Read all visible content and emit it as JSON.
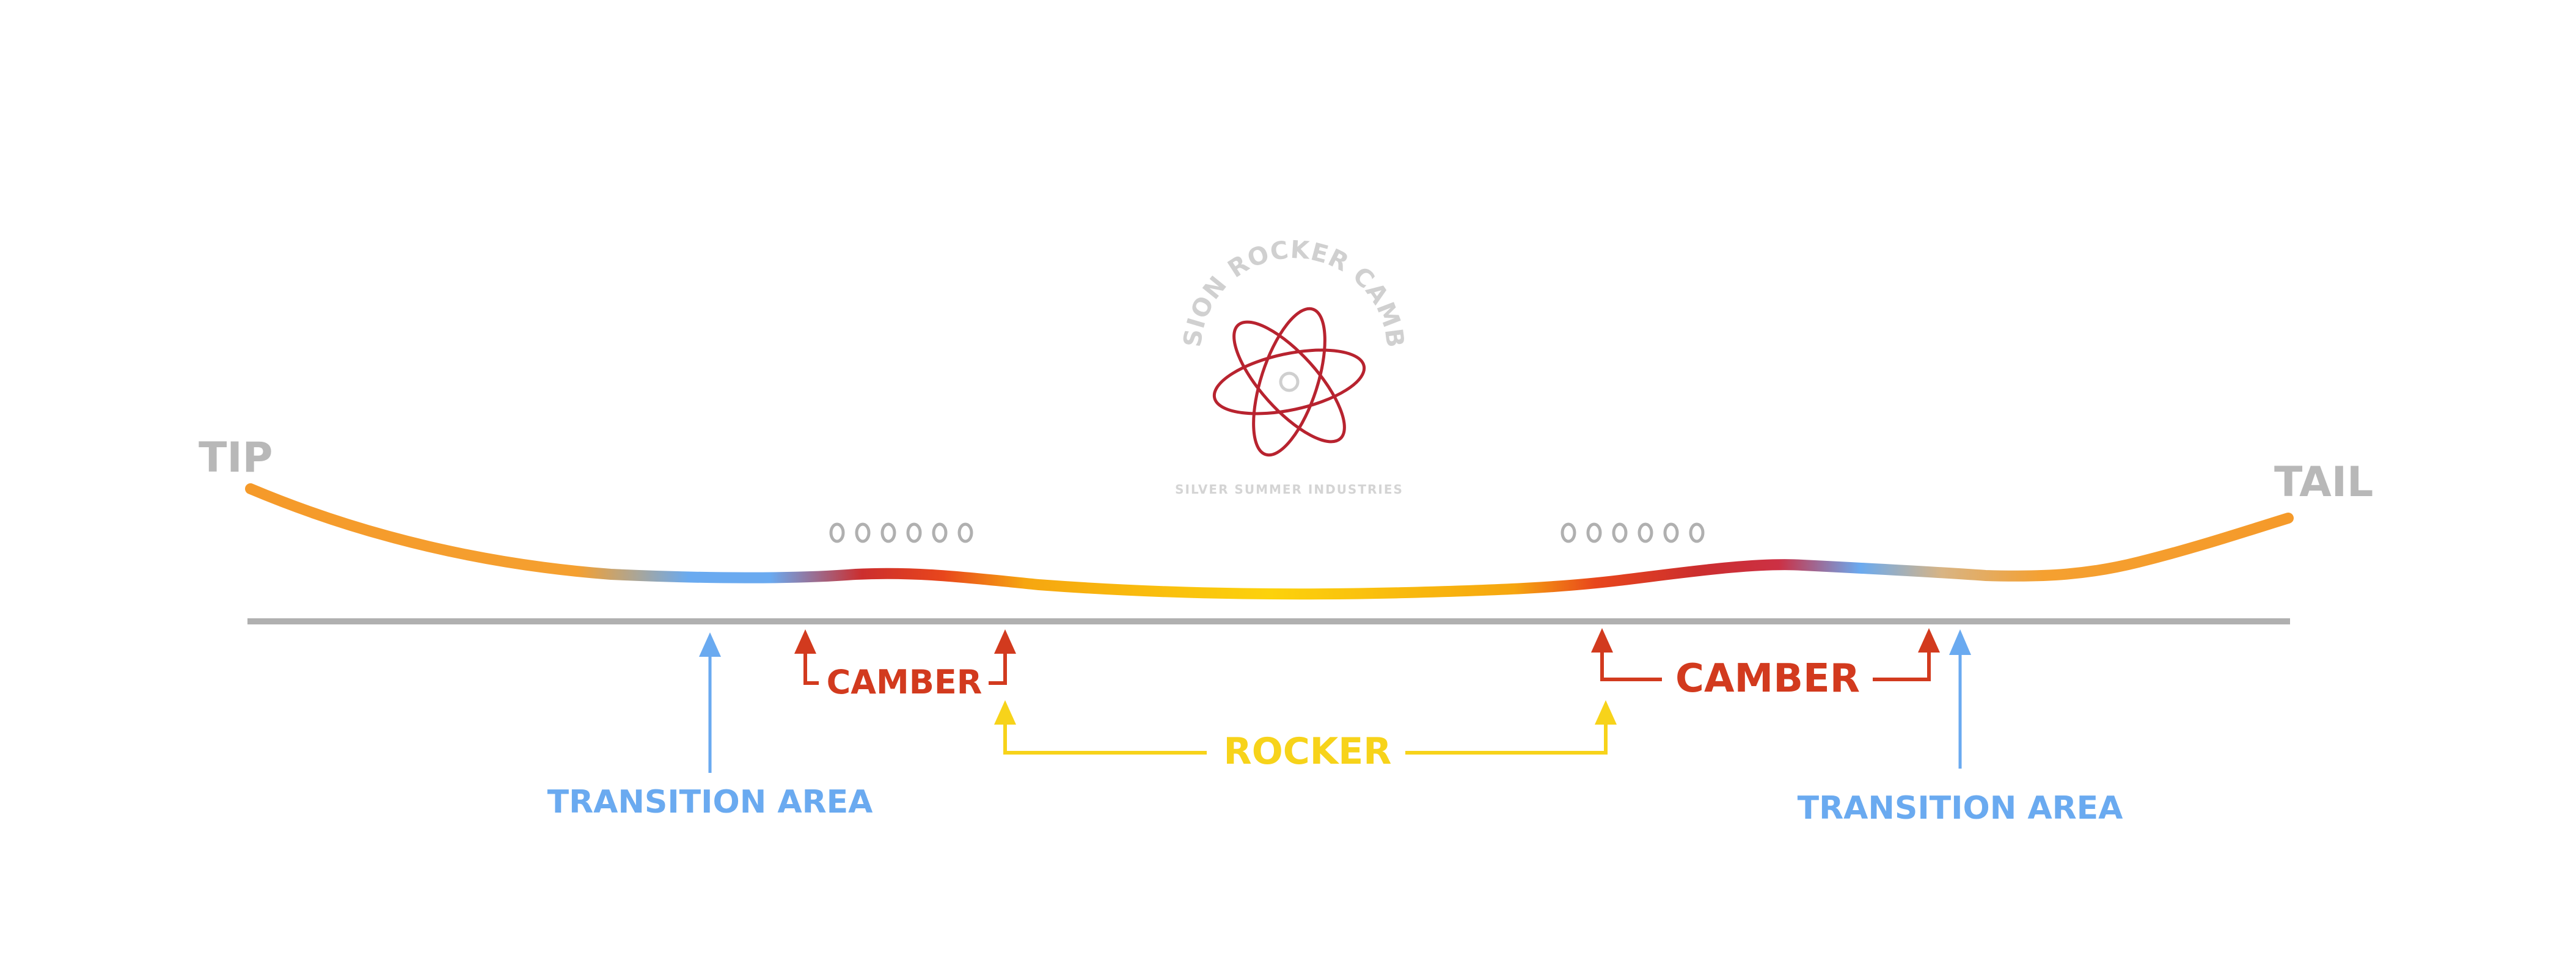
{
  "labels": {
    "tip": "TIP",
    "tail": "TAIL",
    "camber_left": "CAMBER",
    "camber_right": "CAMBER",
    "rocker": "ROCKER",
    "transition_left": "TRANSITION AREA",
    "transition_right": "TRANSITION AREA"
  },
  "logo": {
    "arc_text": "FUSION ROCKER CAMBER",
    "sub_text": "SILVER SUMMER INDUSTRIES"
  },
  "colors": {
    "label_gray": "#b8b8b8",
    "base_line": "#b0b0b0",
    "camber_red": "#d23a1e",
    "rocker_yellow": "#f7d31a",
    "transition_blue": "#6aaaf0",
    "board_orange": "#f59a2a",
    "board_red": "#cc2e2e",
    "board_yellow": "#fcd20c",
    "logo_red": "#b8232f",
    "logo_gray": "#cfcfcf"
  },
  "icons": {
    "insert_holes": "insert-holes-icon",
    "arrow": "arrow-up-icon",
    "logo": "atom-logo-icon"
  }
}
